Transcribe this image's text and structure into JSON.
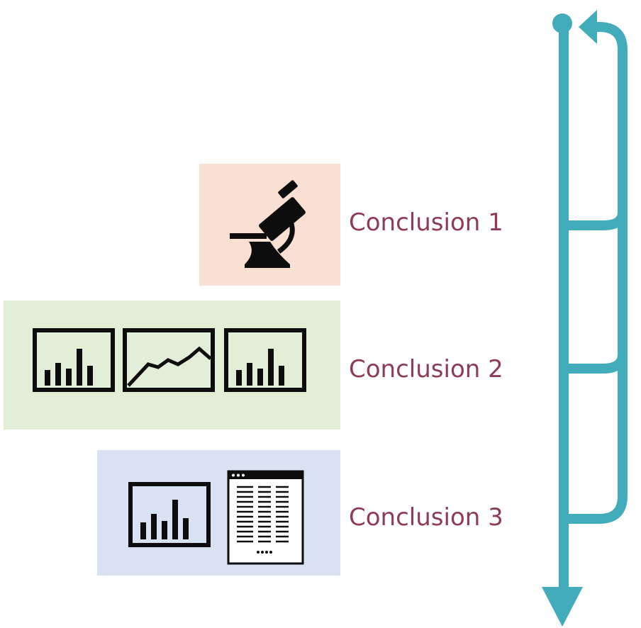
{
  "colors": {
    "flow": "#43ACBA",
    "text": "#8E3B57",
    "panel1": "#F9E0D3",
    "panel2": "#E3EED8",
    "panel3": "#D8E2F2",
    "icon": "#0d0d0d"
  },
  "conclusions": [
    {
      "label": "Conclusion 1",
      "icons": [
        "microscope-icon"
      ]
    },
    {
      "label": "Conclusion 2",
      "icons": [
        "bar-chart-icon",
        "line-chart-icon",
        "bar-chart-icon"
      ]
    },
    {
      "label": "Conclusion 3",
      "icons": [
        "bar-chart-icon",
        "data-table-icon"
      ]
    }
  ]
}
